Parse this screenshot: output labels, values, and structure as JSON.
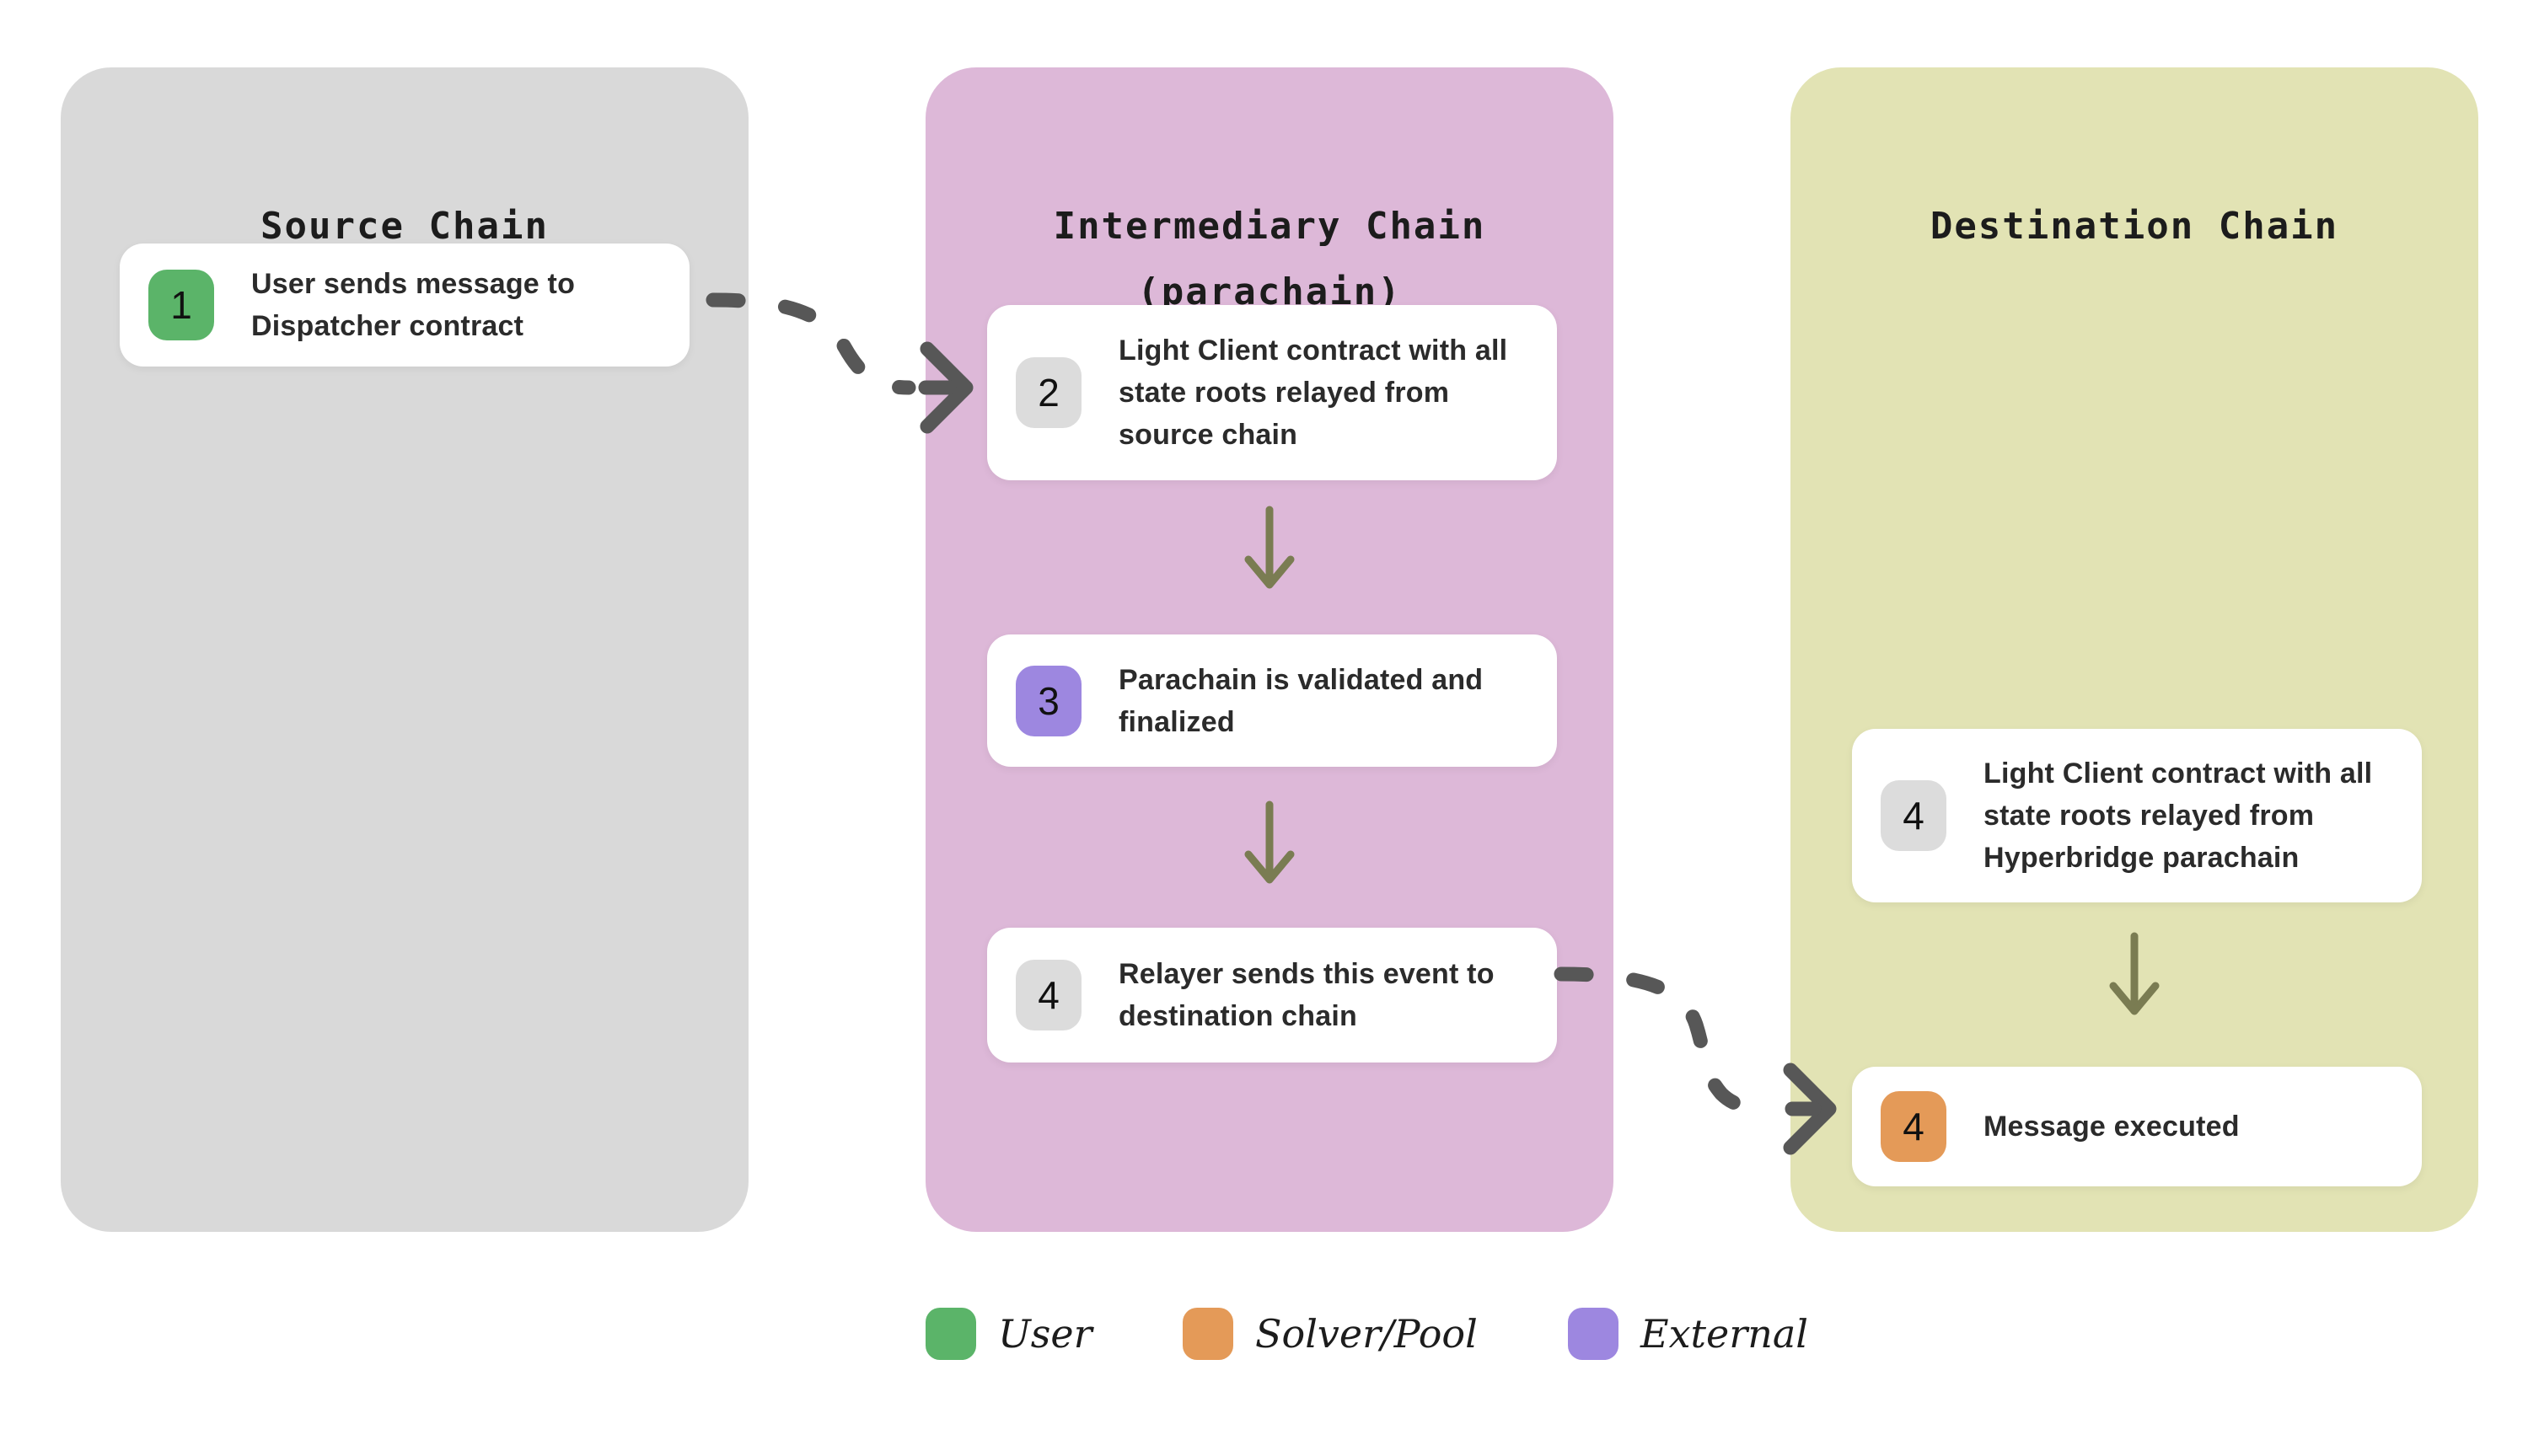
{
  "colors": {
    "background": "#ffffff",
    "card_bg": "#ffffff",
    "arrow_olive": "#7a7c52",
    "dash_gray": "#575757",
    "title_text": "#1c1c1c",
    "card_text": "#2b2b2b"
  },
  "panels": [
    {
      "title": "Source Chain",
      "subtitle": "",
      "bg": "#d9d9d9",
      "cards": [
        {
          "num": "1",
          "badge_color": "#5bb469",
          "text": "User sends message to Dispatcher contract"
        }
      ]
    },
    {
      "title": "Intermediary Chain",
      "subtitle": "(parachain)",
      "bg": "#ddb8d8",
      "cards": [
        {
          "num": "2",
          "badge_color": "#dcdcdc",
          "text": "Light Client contract with all state roots relayed from source chain"
        },
        {
          "num": "3",
          "badge_color": "#9d87e0",
          "text": "Parachain is validated and finalized"
        },
        {
          "num": "4",
          "badge_color": "#dcdcdc",
          "text": "Relayer sends this event to destination chain"
        }
      ]
    },
    {
      "title": "Destination Chain",
      "subtitle": "",
      "bg": "#e2e3b4",
      "cards": [
        {
          "num": "4",
          "badge_color": "#dcdcdc",
          "text": "Light Client contract with all state roots relayed from Hyperbridge parachain"
        },
        {
          "num": "4",
          "badge_color": "#e49a58",
          "text": "Message executed"
        }
      ]
    }
  ],
  "legend": [
    {
      "label": "User",
      "color": "#5bb469"
    },
    {
      "label": "Solver/Pool",
      "color": "#e49a58"
    },
    {
      "label": "External",
      "color": "#9d87e0"
    }
  ]
}
